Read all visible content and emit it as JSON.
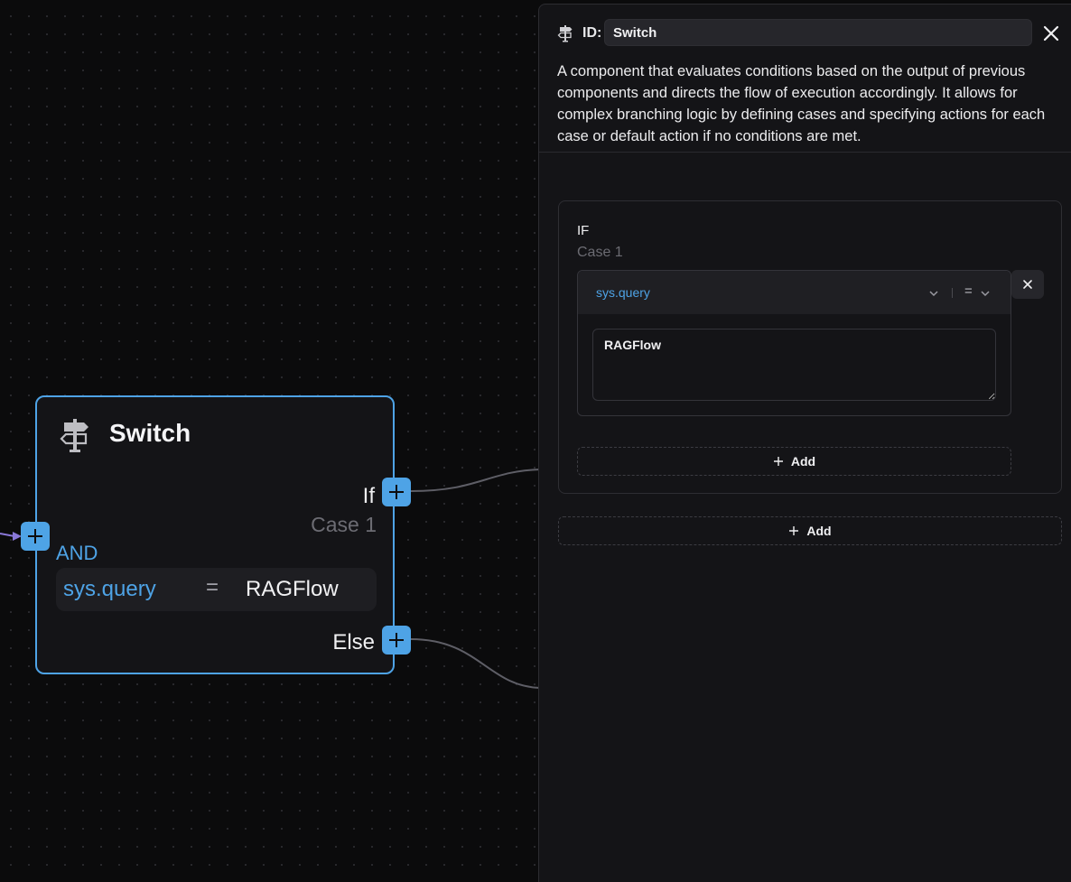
{
  "node": {
    "title": "Switch",
    "if_label": "If",
    "case_label": "Case 1",
    "logic_label": "AND",
    "condition": {
      "variable": "sys.query",
      "operator_glyph": "=",
      "value": "RAGFlow"
    },
    "else_label": "Else"
  },
  "panel": {
    "id_label": "ID:",
    "id_value": "Switch",
    "description": "A component that evaluates conditions based on the output of previous components and directs the flow of execution accordingly. It allows for complex branching logic by defining cases and specifying actions for each case or default action if no conditions are met.",
    "case": {
      "if_label": "IF",
      "name": "Case 1",
      "condition": {
        "variable": "sys.query",
        "operator": "=",
        "value": "RAGFlow"
      },
      "add_condition_label": "Add"
    },
    "add_case_label": "Add"
  },
  "colors": {
    "accent": "#4ea3e6",
    "canvas_bg": "#0b0b0c",
    "node_bg": "#141417",
    "edge": "#5e5e66"
  },
  "icons": {
    "node": "signpost-icon",
    "handles": "plus-icon",
    "close": "close-icon",
    "remove": "x-icon",
    "dropdown": "chevron-down-icon"
  }
}
